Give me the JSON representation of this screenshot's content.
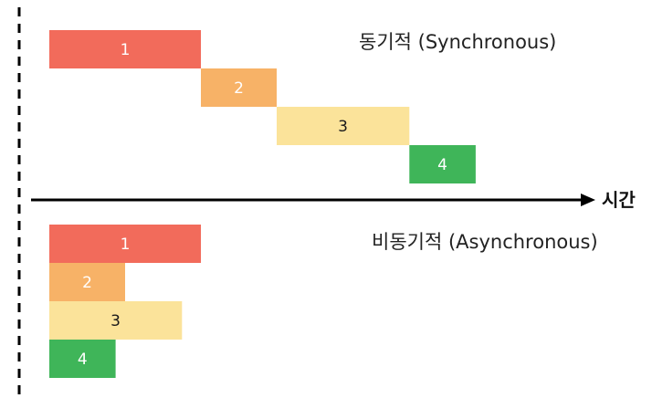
{
  "axis": {
    "label": "시간"
  },
  "colors": {
    "task_1": "#f26b5b",
    "task_2": "#f7b267",
    "task_3": "#fbe39a",
    "task_4": "#3fb559",
    "label_light": "#ffffff",
    "label_dark": "#1a1a1a",
    "axis": "#000000"
  },
  "sync": {
    "title": "동기적 (Synchronous)",
    "tasks": [
      {
        "label": "1",
        "start": 0,
        "duration": 4,
        "color": "task_1",
        "label_color": "label_light"
      },
      {
        "label": "2",
        "start": 4,
        "duration": 2,
        "color": "task_2",
        "label_color": "label_light"
      },
      {
        "label": "3",
        "start": 6,
        "duration": 3.5,
        "color": "task_3",
        "label_color": "label_dark"
      },
      {
        "label": "4",
        "start": 9.5,
        "duration": 1.75,
        "color": "task_4",
        "label_color": "label_light"
      }
    ]
  },
  "async": {
    "title": "비동기적 (Asynchronous)",
    "tasks": [
      {
        "label": "1",
        "start": 0,
        "duration": 4,
        "color": "task_1",
        "label_color": "label_light"
      },
      {
        "label": "2",
        "start": 0,
        "duration": 2,
        "color": "task_2",
        "label_color": "label_light"
      },
      {
        "label": "3",
        "start": 0,
        "duration": 3.5,
        "color": "task_3",
        "label_color": "label_dark"
      },
      {
        "label": "4",
        "start": 0,
        "duration": 1.75,
        "color": "task_4",
        "label_color": "label_light"
      }
    ]
  }
}
